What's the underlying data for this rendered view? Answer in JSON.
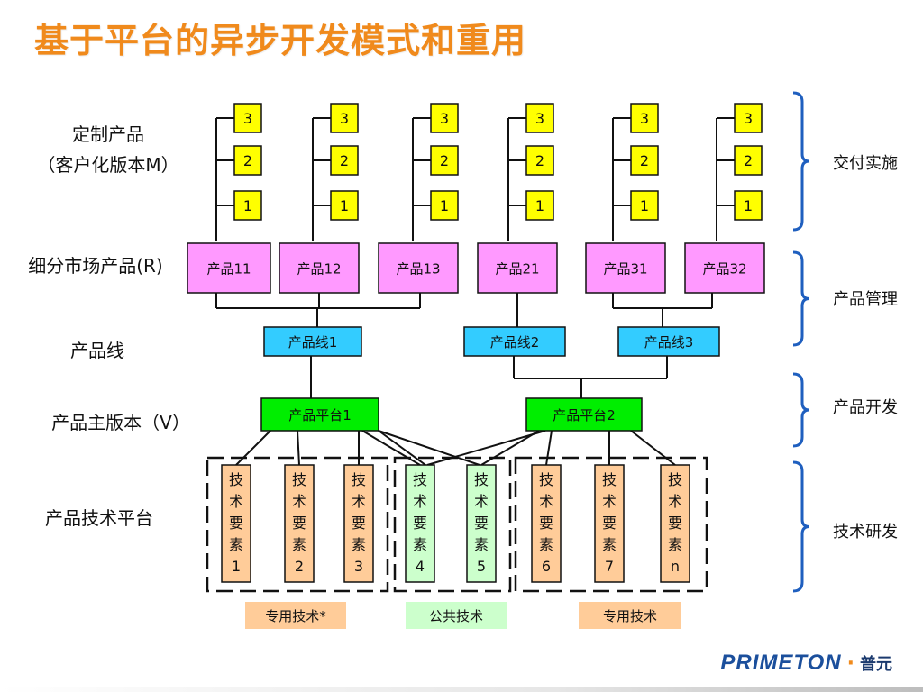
{
  "title": "基于平台的异步开发模式和重用",
  "left_labels": {
    "custom_line1": "定制产品",
    "custom_line2": "（客户化版本M）",
    "segment": "细分市场产品(R)",
    "product_line": "产品线",
    "main_version": "产品主版本（V）",
    "tech_platform": "产品技术平台"
  },
  "right_labels": {
    "delivery": "交付实施",
    "product_mgmt": "产品管理",
    "product_dev": "产品开发",
    "tech_research": "技术研发"
  },
  "version_numbers": [
    "3",
    "2",
    "1"
  ],
  "products": [
    "产品11",
    "产品12",
    "产品13",
    "产品21",
    "产品31",
    "产品32"
  ],
  "product_lines": [
    "产品线1",
    "产品线2",
    "产品线3"
  ],
  "platforms": [
    "产品平台1",
    "产品平台2"
  ],
  "tech_elements": [
    {
      "chars": [
        "技",
        "术",
        "要",
        "素",
        "1"
      ],
      "kind": "dedicated"
    },
    {
      "chars": [
        "技",
        "术",
        "要",
        "素",
        "2"
      ],
      "kind": "dedicated"
    },
    {
      "chars": [
        "技",
        "术",
        "要",
        "素",
        "3"
      ],
      "kind": "dedicated"
    },
    {
      "chars": [
        "技",
        "术",
        "要",
        "素",
        "4"
      ],
      "kind": "common"
    },
    {
      "chars": [
        "技",
        "术",
        "要",
        "素",
        "5"
      ],
      "kind": "common"
    },
    {
      "chars": [
        "技",
        "术",
        "要",
        "素",
        "6"
      ],
      "kind": "dedicated"
    },
    {
      "chars": [
        "技",
        "术",
        "要",
        "素",
        "7"
      ],
      "kind": "dedicated"
    },
    {
      "chars": [
        "技",
        "术",
        "要",
        "素",
        "n"
      ],
      "kind": "dedicated"
    }
  ],
  "bottom_labels": {
    "dedicated_star": "专用技术*",
    "common": "公共技术",
    "dedicated": "专用技术"
  },
  "logo": {
    "word": "PRIMETON",
    "cn": "普元"
  },
  "colors": {
    "title": "#f08a1c",
    "version_box": "#ffff00",
    "product_box": "#ff99ff",
    "product_line_box": "#33ccff",
    "platform_box": "#00ee00",
    "tech_dedicated": "#ffcc99",
    "tech_common": "#ccffcc",
    "brace": "#1f5fbf"
  }
}
